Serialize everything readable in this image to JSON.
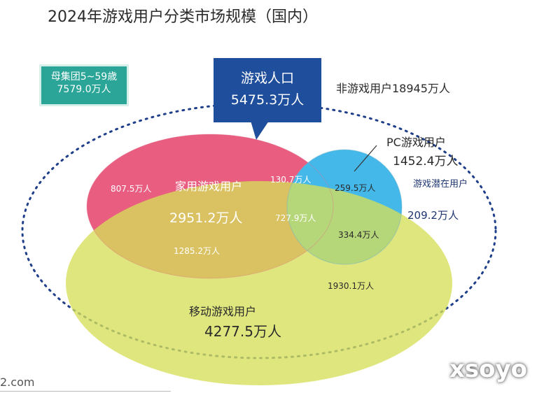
{
  "title": "2024年游戏用户分类市场规模（国内）",
  "mother_set": {
    "line1": "母集团5~59歳",
    "line2": "7579.0万人"
  },
  "game_population": {
    "label": "游戏人口",
    "value": "5475.3万人"
  },
  "non_game_users": "非游戏用户18945万人",
  "pc_users": {
    "label": "PC游戏用户",
    "value": "1452.4万人"
  },
  "potential_users": {
    "label": "游戏潜在用户",
    "value": "209.2万人"
  },
  "home_users": {
    "label": "家用游戏用户",
    "value": "2951.2万人"
  },
  "mobile_users": {
    "label": "移动游戏用户",
    "value": "4277.5万人"
  },
  "segments": {
    "home_only": "807.5万人",
    "home_pc": "130.7万人",
    "pc_only": "259.5万人",
    "all_three": "727.9万人",
    "pc_mobile": "334.4万人",
    "home_mobile": "1285.2万人",
    "mobile_only": "1930.1万人"
  },
  "footer": "2.com",
  "watermark": "xsoyo",
  "colors": {
    "home": "#e85d80",
    "pc": "#45b8ea",
    "mobile": "#d6df5a",
    "navy": "#1f4e9c",
    "teal": "#2aa597"
  }
}
